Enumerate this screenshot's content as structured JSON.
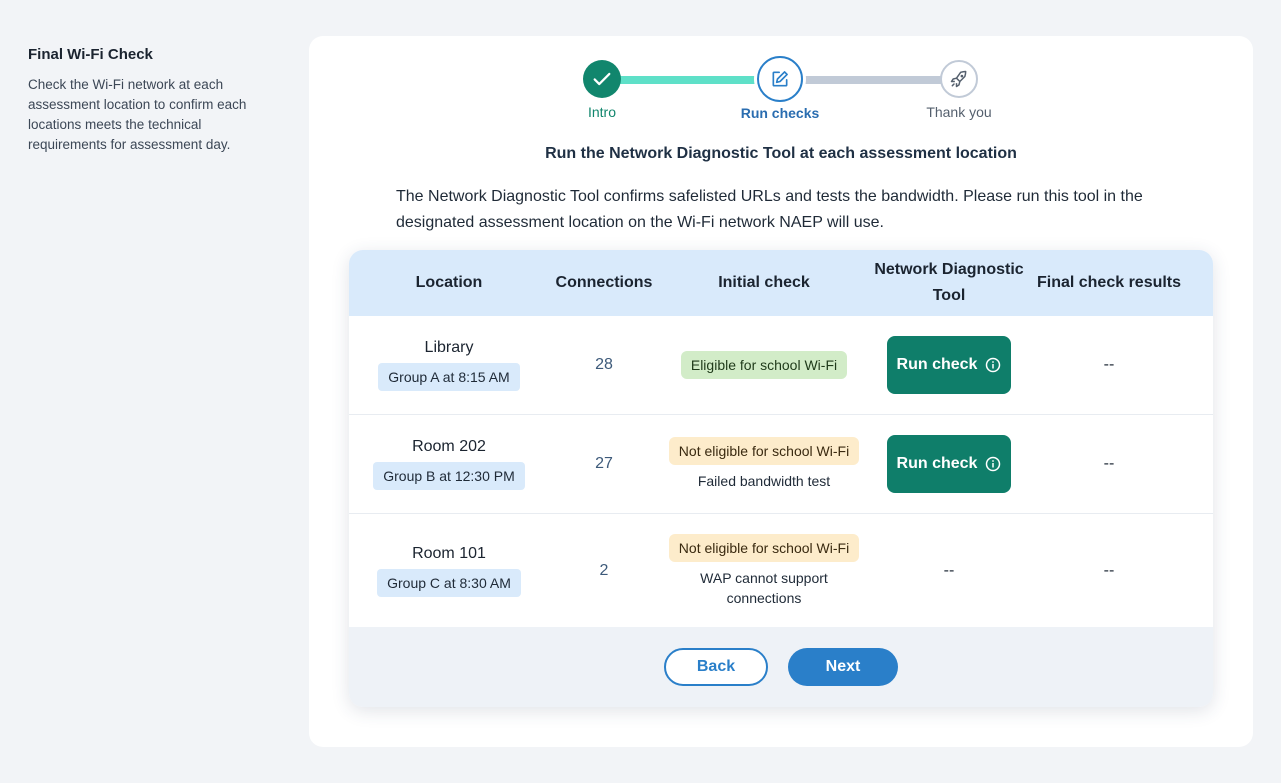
{
  "sidebar": {
    "title": "Final Wi-Fi Check",
    "description": "Check the Wi-Fi network at each assessment location to confirm each locations meets the technical requirements for assessment day."
  },
  "stepper": {
    "steps": [
      {
        "label": "Intro",
        "state": "complete",
        "icon": "check-icon"
      },
      {
        "label": "Run checks",
        "state": "current",
        "icon": "edit-icon"
      },
      {
        "label": "Thank you",
        "state": "upcoming",
        "icon": "rocket-icon"
      }
    ]
  },
  "main": {
    "subtitle": "Run the Network Diagnostic Tool at each assessment location",
    "intro": "The Network Diagnostic Tool confirms safelisted URLs and tests the bandwidth. Please run this tool in the designated assessment location on the Wi-Fi network NAEP will use."
  },
  "table": {
    "headers": [
      "Location",
      "Connections",
      "Initial check",
      "Network Diagnostic Tool",
      "Final check results"
    ],
    "rows": [
      {
        "location": "Library",
        "group": "Group A at 8:15 AM",
        "connections": "28",
        "initial_badge": "Eligible for school Wi-Fi",
        "initial_note": "",
        "tool": "Run check",
        "final": "--"
      },
      {
        "location": "Room 202",
        "group": "Group B at 12:30 PM",
        "connections": "27",
        "initial_badge": "Not eligible for school Wi-Fi",
        "initial_note": "Failed bandwidth test",
        "tool": "Run check",
        "final": "--"
      },
      {
        "location": "Room 101",
        "group": "Group C at 8:30 AM",
        "connections": "2",
        "initial_badge": "Not eligible for school Wi-Fi",
        "initial_note": "WAP cannot support connections",
        "tool": "--",
        "final": "--"
      }
    ]
  },
  "footer": {
    "back_label": "Back",
    "next_label": "Next"
  },
  "colors": {
    "primary": "#2a7fc9",
    "success": "#11866d",
    "header_bg": "#d9eafb",
    "eligible_bg": "#d2ecc8",
    "not_eligible_bg": "#fdeccb"
  }
}
